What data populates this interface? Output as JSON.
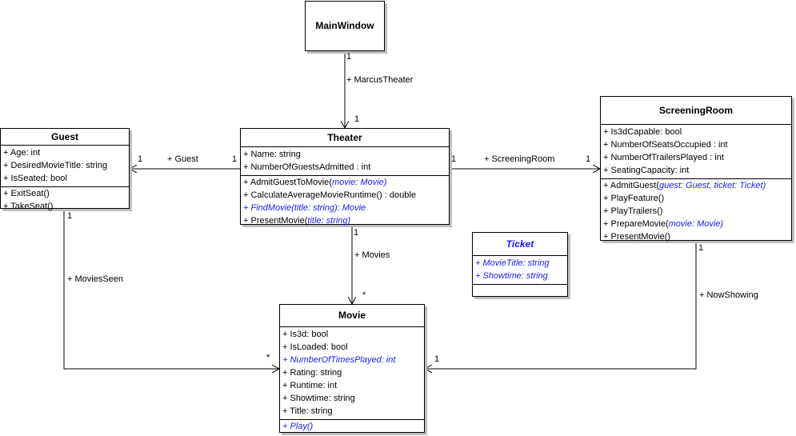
{
  "classes": {
    "mainwindow": {
      "name": "MainWindow"
    },
    "guest": {
      "name": "Guest",
      "attributes": [
        "+ Age: int",
        "+ DesiredMovieTitle: string",
        "+ IsSeated: bool"
      ],
      "operations": [
        "+ ExitSeat()",
        "+ TakeSeat()"
      ]
    },
    "theater": {
      "name": "Theater",
      "attributes": [
        "+ Name: string",
        "+ NumberOfGuestsAdmitted : int"
      ],
      "op1_pre": "+ AdmitGuestToMovie(",
      "op1_param": "movie: Movie)",
      "op2": "+ CalculateAverageMovieRuntime() : double",
      "op3": "+ FindMovie(title: string): Movie",
      "op4_pre": "+ PresentMovie(",
      "op4_param": "title: string)"
    },
    "screeningroom": {
      "name": "ScreeningRoom",
      "attributes": [
        "+ Is3dCapable: bool",
        "+ NumberOfSeatsOccupied : int",
        "+ NumberOfTrailersPlayed : int",
        "+ SeatingCapacity: int"
      ],
      "op1_pre": "+ AdmitGuest(",
      "op1_param": "guest: Guest, ticket: Ticket)",
      "op2": "+ PlayFeature()",
      "op3": "+ PlayTrailers()",
      "op4_pre": "+ PrepareMovie(",
      "op4_param": "movie: Movie)",
      "op5": "+ PresentMovie()"
    },
    "ticket": {
      "name": "Ticket",
      "attributes": [
        "+ MovieTitle: string",
        "+ Showtime: string"
      ]
    },
    "movie": {
      "name": "Movie",
      "attributes": [
        "+ Is3d: bool",
        "+ IsLoaded: bool",
        "+ NumberOfTimesPlayed: int",
        "+ Rating: string",
        "+ Runtime: int",
        "+ Showtime: string",
        "+ Title: string"
      ],
      "operations": [
        "+ Play()"
      ]
    }
  },
  "associations": {
    "main_theater": {
      "role": "+ MarcusTheater",
      "mult_source": "1",
      "mult_target": "1"
    },
    "theater_guest": {
      "role": "+ Guest",
      "mult_source": "1",
      "mult_target": "1"
    },
    "theater_screening": {
      "role": "+ ScreeningRoom",
      "mult_source": "1",
      "mult_target": "1"
    },
    "theater_movie": {
      "role": "+ Movies",
      "mult_source": "1",
      "mult_target": "*"
    },
    "guest_movie": {
      "role": "+ MoviesSeen",
      "mult_source": "1",
      "mult_target": "*"
    },
    "screening_movie": {
      "role": "+ NowShowing",
      "mult_source": "1",
      "mult_target": "1"
    }
  },
  "colors": {
    "line": "#000000",
    "shadow": "#bdbdbd",
    "italic_text": "#1a1aff"
  }
}
